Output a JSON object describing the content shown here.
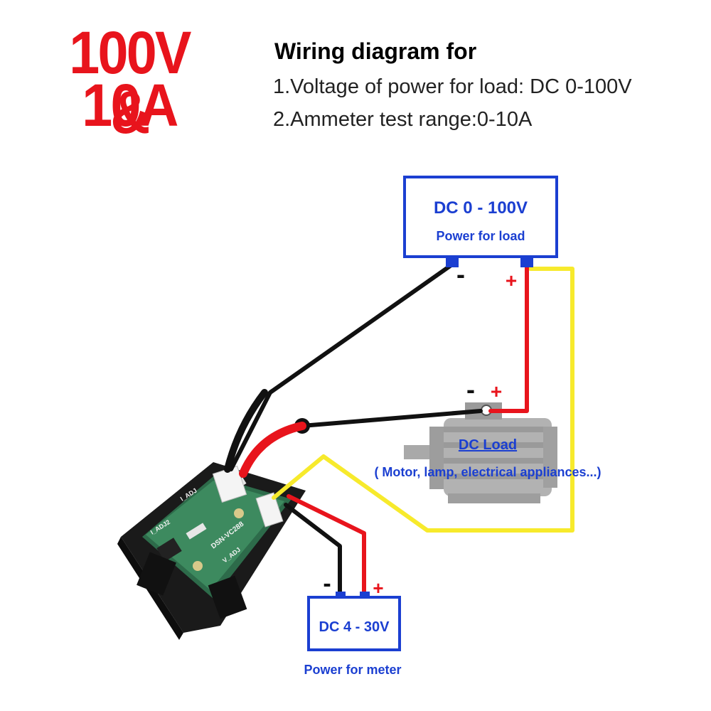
{
  "header": {
    "title_line1": "100V &",
    "title_line2": "10A",
    "title_color": "#e8141c",
    "heading": "Wiring diagram for",
    "spec_1": "1.Voltage of power for load: DC 0-100V",
    "spec_2": "2.Ammeter test range:0-10A"
  },
  "load_supply": {
    "title": "DC 0 - 100V",
    "subtitle": "Power for load",
    "minus": "-",
    "plus": "+"
  },
  "load": {
    "title": "DC Load",
    "subtitle": "( Motor, lamp, electrical appliances...)",
    "minus": "-",
    "plus": "+"
  },
  "meter_supply": {
    "title": "DC 4 - 30V",
    "subtitle": "Power for meter",
    "minus": "-",
    "plus": "+"
  },
  "board": {
    "labels": [
      "I_ADJ",
      "DSN-VC288",
      "V_ADJ",
      "I_ADJ2"
    ]
  },
  "colors": {
    "box_border": "#1b3fd1",
    "label_blue": "#1b3fd1",
    "wire_red": "#e8141c",
    "wire_black": "#111111",
    "wire_yellow": "#f7ea2c",
    "plus_red": "#e8141c"
  }
}
